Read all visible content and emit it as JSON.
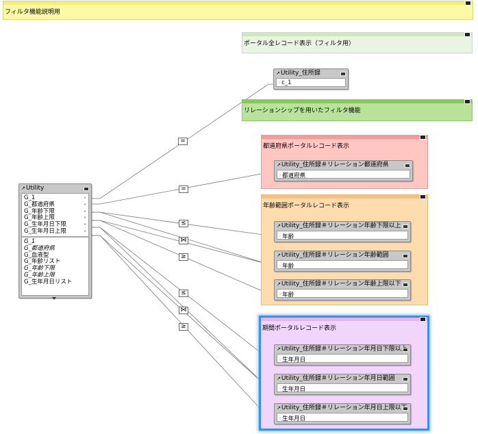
{
  "notes": {
    "filter": "フィルタ機能説明用",
    "portal_all": "ポータル全レコード表示（フィルタ用）",
    "relationship": "リレーションシップを用いたフィルタ機能",
    "pref": "都道府県ポータルレコード表示",
    "age": "年齢範囲ポータルレコード表示",
    "period": "期間ポータルレコード表示"
  },
  "utility": {
    "title": "Utility",
    "fields": [
      "G_1",
      "G_都道府県",
      "G_年齢下限",
      "G_年齢上限",
      "G_生年月日下限",
      "G_生年月日上限"
    ],
    "globals": [
      "G_1",
      "G_都道府県",
      "G_血液型",
      "G_年齢リスト",
      "G_年齢下限",
      "G_年齢上限",
      "G_生年月日リスト"
    ],
    "globals_italic": [
      true,
      true,
      false,
      false,
      true,
      true,
      false
    ]
  },
  "tables": {
    "jusho": {
      "title": "Utility_住所録",
      "field": "c_1"
    },
    "pref": {
      "title": "Utility_住所録＃リレーション都道府県",
      "field": "都道府県"
    },
    "age_min": {
      "title": "Utility_住所録＃リレーション年齢下限以上",
      "field": "年齢"
    },
    "age_range": {
      "title": "Utility_住所録＃リレーション年齢範囲",
      "field": "年齢"
    },
    "age_max": {
      "title": "Utility_住所録＃リレーション年齢上限以下",
      "field": "年齢"
    },
    "date_min": {
      "title": "Utility_住所録＃リレーション年月日下限以上",
      "field": "生年月日"
    },
    "date_range": {
      "title": "Utility_住所録＃リレーション年月日範囲",
      "field": "生年月日"
    },
    "date_max": {
      "title": "Utility_住所録＃リレーション年月日上限以下",
      "field": "生年月日"
    }
  },
  "operators": {
    "eq1": "=",
    "eq2": "=",
    "le1": "≤",
    "range1": "⋈",
    "ge1": "≥",
    "le2": "≤",
    "range2": "⋈",
    "ge2": "≥"
  },
  "colors": {
    "filter_note": "#fafaa6",
    "portal_all_note": "#eaf4e2",
    "relationship_note": "#b9e39a",
    "pref_note": "#ffc6c2",
    "age_note": "#ffdcae",
    "period_note": "#f2d5fb",
    "period_selection": "#3a8ee6"
  }
}
